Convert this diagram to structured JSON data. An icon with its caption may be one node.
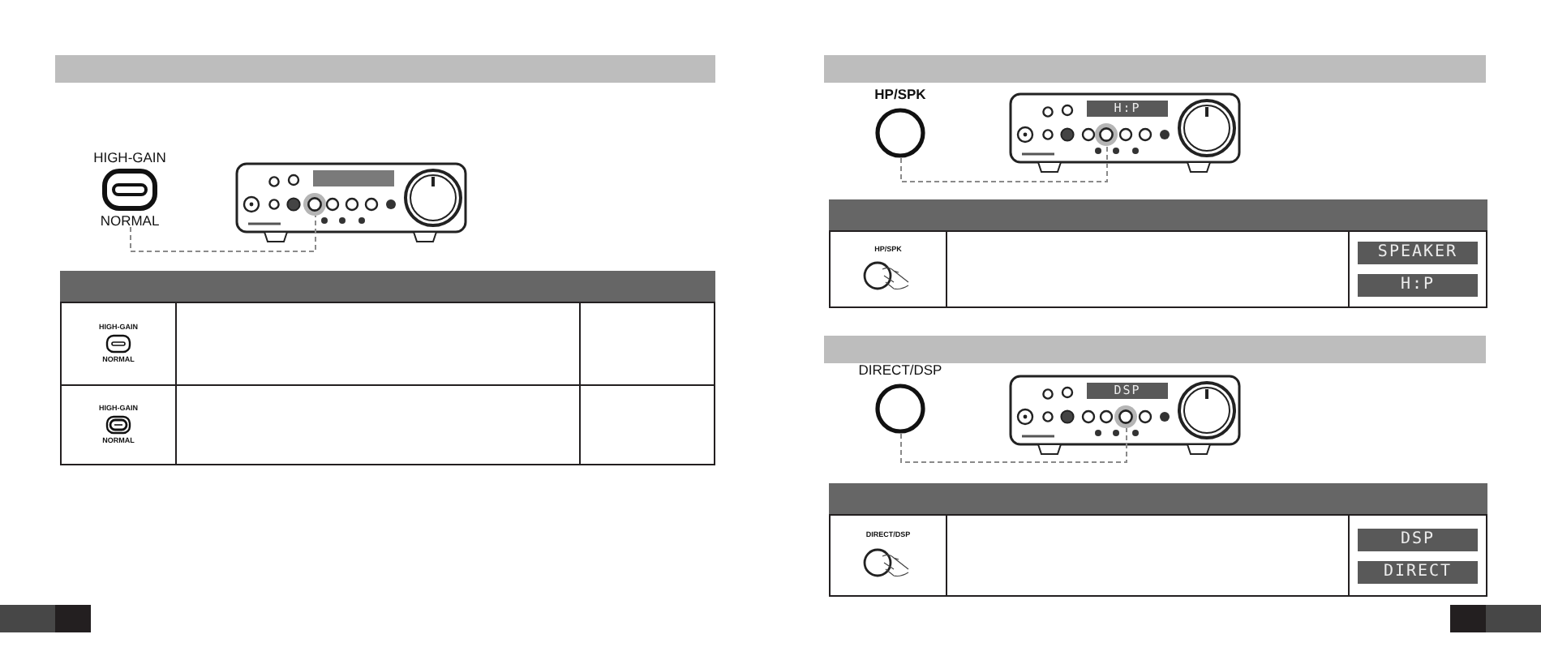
{
  "diagram": {
    "nodes": [
      {
        "text": [
          "HIGH-GAIN",
          "NORMAL"
        ]
      },
      {
        "text": [],
        "shape": "picture"
      },
      {
        "text": [],
        "shape": "circle",
        "in": 1
      },
      {
        "text": [
          "HP/SPK"
        ]
      },
      {
        "text": [
          "H:P"
        ]
      },
      {
        "text": [],
        "shape": "circle",
        "in": 4
      },
      {
        "text": [
          "DIRECT/DSP"
        ]
      },
      {
        "text": [
          "DSP"
        ]
      },
      {
        "text": [],
        "shape": "circle",
        "in": 7
      }
    ],
    "edges": [
      {
        "from": 0,
        "to": 2,
        "arrow": "none",
        "style": "dashed"
      },
      {
        "from": 3,
        "to": 5,
        "arrow": "none",
        "style": "dashed"
      },
      {
        "from": 6,
        "to": 8,
        "arrow": "none",
        "style": "dashed"
      }
    ],
    "labels": [
      "HIGH-GAIN",
      "NORMAL",
      "HIGH-GAIN",
      "NORMAL",
      "HP/SPK",
      "SPEAKER",
      "H:P",
      "DIRECT/DSP",
      "DSP",
      "DIRECT"
    ]
  }
}
